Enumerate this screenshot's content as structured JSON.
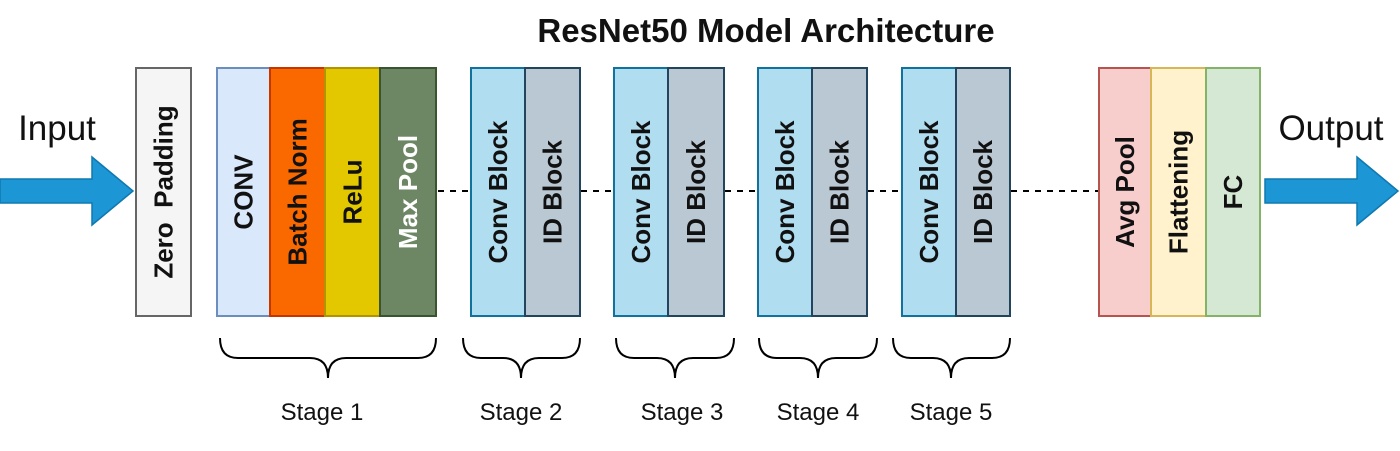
{
  "title": "ResNet50 Model Architecture",
  "input_label": "Input",
  "output_label": "Output",
  "colors": {
    "arrow": "#1c96d4",
    "zero_padding_fill": "#f5f5f5",
    "conv_fill": "#dae8fc",
    "batch_norm_fill": "#fa6800",
    "relu_fill": "#e3c800",
    "max_pool_fill": "#6d8764",
    "conv_block_fill": "#b1ddf0",
    "id_block_fill": "#bac8d3",
    "avg_pool_fill": "#f8cecc",
    "flattening_fill": "#fff2cc",
    "fc_fill": "#d5e8d4"
  },
  "blocks": {
    "zero_padding": "Zero  Padding",
    "conv": "CONV",
    "batch_norm": "Batch Norm",
    "relu": "ReLu",
    "max_pool": "Max Pool",
    "avg_pool": "Avg Pool",
    "flattening": "Flattening",
    "fc": "FC"
  },
  "stage_blocks": [
    {
      "conv_block": "Conv Block",
      "id_block": "ID Block"
    },
    {
      "conv_block": "Conv Block",
      "id_block": "ID Block"
    },
    {
      "conv_block": "Conv Block",
      "id_block": "ID Block"
    },
    {
      "conv_block": "Conv Block",
      "id_block": "ID Block"
    }
  ],
  "stages": [
    "Stage 1",
    "Stage 2",
    "Stage 3",
    "Stage 4",
    "Stage 5"
  ]
}
